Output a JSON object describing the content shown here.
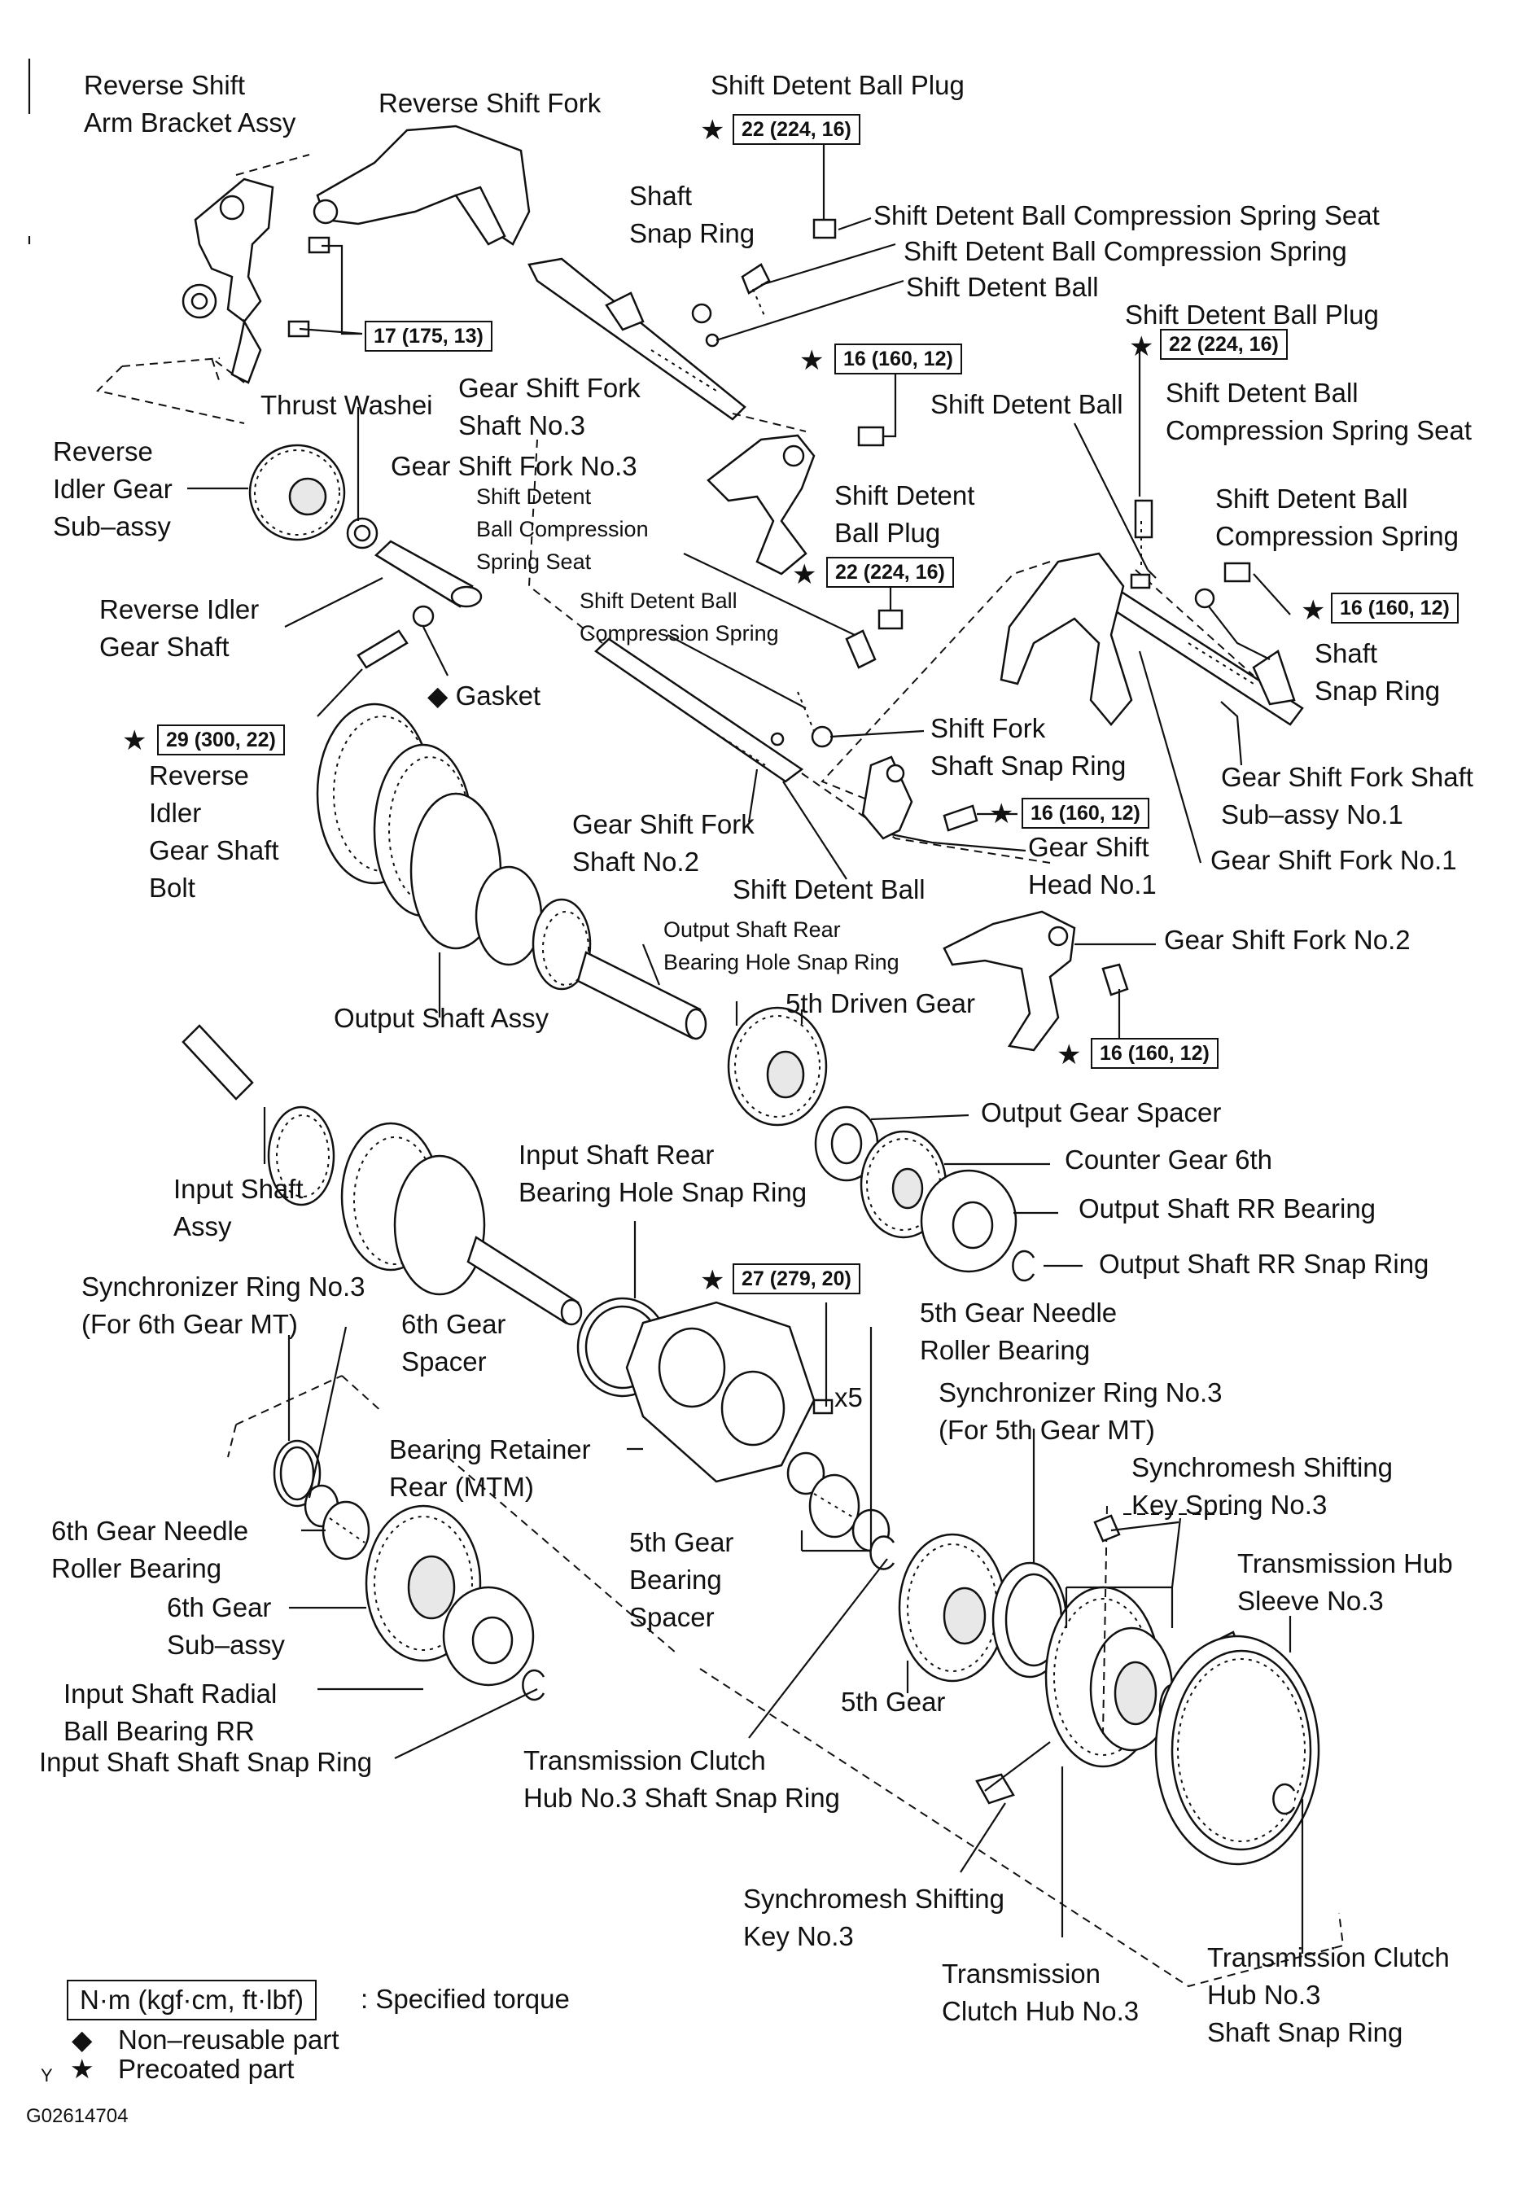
{
  "labels": {
    "reverse_shift_arm_bracket": [
      "Reverse Shift",
      "Arm Bracket Assy"
    ],
    "reverse_shift_fork": "Reverse Shift Fork",
    "shift_detent_ball_plug_top": "Shift Detent Ball Plug",
    "shaft_snap_ring_top": [
      "Shaft",
      "Snap Ring"
    ],
    "sdb_compression_spring_seat_top": "Shift Detent Ball Compression Spring Seat",
    "sdb_compression_spring_top": "Shift Detent Ball Compression Spring",
    "shift_detent_ball_top": "Shift Detent Ball",
    "shift_detent_ball_plug_right": "Shift Detent Ball Plug",
    "gear_shift_fork_shaft_no3": [
      "Gear Shift Fork",
      "Shaft No.3"
    ],
    "thrust_washer": "Thrust Washei",
    "shift_detent_ball_right": "Shift Detent Ball",
    "sdb_comp_spring_seat_right": [
      "Shift Detent Ball",
      "Compression Spring Seat"
    ],
    "reverse_idler_gear": [
      "Reverse",
      "Idler Gear",
      "Sub–assy"
    ],
    "gear_shift_fork_no3": "Gear Shift Fork No.3",
    "sdb_comp_spring_seat_small": [
      "Shift Detent",
      "Ball Compression",
      "Spring Seat"
    ],
    "shift_detent_ball_plug_mid": [
      "Shift Detent",
      "Ball Plug"
    ],
    "sdb_comp_spring_right": [
      "Shift Detent Ball",
      "Compression Spring"
    ],
    "reverse_idler_gear_shaft": [
      "Reverse Idler",
      "Gear Shaft"
    ],
    "sdb_comp_spring_small": [
      "Shift Detent Ball",
      "Compression Spring"
    ],
    "shaft_snap_ring_right": [
      "Shaft",
      "Snap Ring"
    ],
    "gasket": "Gasket",
    "shift_fork_shaft_snap_ring": [
      "Shift Fork",
      "Shaft Snap Ring"
    ],
    "gear_shift_fork_shaft_sub_no1": [
      "Gear Shift Fork Shaft",
      "Sub–assy No.1"
    ],
    "reverse_idler_gear_shaft_bolt": [
      "Reverse",
      "Idler",
      "Gear Shaft",
      "Bolt"
    ],
    "gear_shift_fork_shaft_no2": [
      "Gear Shift Fork",
      "Shaft No.2"
    ],
    "gear_shift_head_no1": [
      "Gear Shift",
      "Head No.1"
    ],
    "gear_shift_fork_no1": "Gear Shift Fork No.1",
    "shift_detent_ball_mid": "Shift Detent Ball",
    "output_shaft_rear_bearing_hole_snap_ring": [
      "Output Shaft Rear",
      "Bearing Hole Snap Ring"
    ],
    "gear_shift_fork_no2": "Gear Shift Fork No.2",
    "output_shaft_assy": "Output Shaft Assy",
    "fifth_driven_gear": "5th Driven Gear",
    "output_gear_spacer": "Output Gear Spacer",
    "input_shaft_rear_bearing_hole_snap_ring": [
      "Input Shaft Rear",
      "Bearing Hole Snap Ring"
    ],
    "counter_gear_6th": "Counter Gear 6th",
    "input_shaft_assy": [
      "Input Shaft",
      "Assy"
    ],
    "output_shaft_rr_bearing": "Output Shaft RR Bearing",
    "output_shaft_rr_snap_ring": "Output Shaft RR Snap Ring",
    "sync_ring_no3_6th": [
      "Synchronizer Ring No.3",
      "(For 6th Gear MT)"
    ],
    "sixth_gear_spacer": [
      "6th Gear",
      "Spacer"
    ],
    "fifth_gear_needle_roller_bearing": [
      "5th Gear Needle",
      "Roller Bearing"
    ],
    "sync_ring_no3_5th": [
      "Synchronizer Ring No.3",
      "(For 5th Gear MT)"
    ],
    "bearing_retainer_rear": [
      "Bearing Retainer",
      "Rear (MTM)"
    ],
    "synchromesh_key_spring_no3": [
      "Synchromesh Shifting",
      "Key Spring No.3"
    ],
    "sixth_gear_needle_roller_bearing": [
      "6th Gear Needle",
      "Roller Bearing"
    ],
    "fifth_gear_bearing_spacer": [
      "5th Gear",
      "Bearing",
      "Spacer"
    ],
    "transmission_hub_sleeve_no3": [
      "Transmission Hub",
      "Sleeve No.3"
    ],
    "sixth_gear_sub_assy": [
      "6th Gear",
      "Sub–assy"
    ],
    "input_shaft_radial_ball_bearing_rr": [
      "Input Shaft Radial",
      "Ball Bearing RR"
    ],
    "fifth_gear": "5th Gear",
    "input_shaft_shaft_snap_ring": "Input Shaft Shaft Snap Ring",
    "transmission_clutch_hub_no3_snap_ring": [
      "Transmission Clutch",
      "Hub No.3 Shaft Snap Ring"
    ],
    "synchromesh_shifting_key_no3": [
      "Synchromesh Shifting",
      "Key No.3"
    ],
    "transmission_clutch_hub_no3": [
      "Transmission",
      "Clutch Hub No.3"
    ],
    "transmission_clutch_hub_no3_shaft_snap_ring": [
      "Transmission Clutch",
      "Hub No.3",
      "Shaft Snap Ring"
    ],
    "x5": "x5"
  },
  "torques": {
    "t_22_top": "22 (224, 16)",
    "t_17": "17 (175, 13)",
    "t_16_top": "16 (160, 12)",
    "t_22_right": "22 (224, 16)",
    "t_22_mid": "22 (224, 16)",
    "t_16_right": "16 (160, 12)",
    "t_29": "29 (300, 22)",
    "t_16_head": "16 (160, 12)",
    "t_16_fork2": "16 (160, 12)",
    "t_27": "27 (279, 20)"
  },
  "symbols": {
    "star": "★",
    "diamond": "◆"
  },
  "legend": {
    "unit_box": "N·m (kgf·cm, ft·lbf)",
    "specified_torque": ": Specified torque",
    "non_reusable": "Non–reusable part",
    "precoated": "Precoated part",
    "y_mark": "Y"
  },
  "figure_code": "G02614704"
}
